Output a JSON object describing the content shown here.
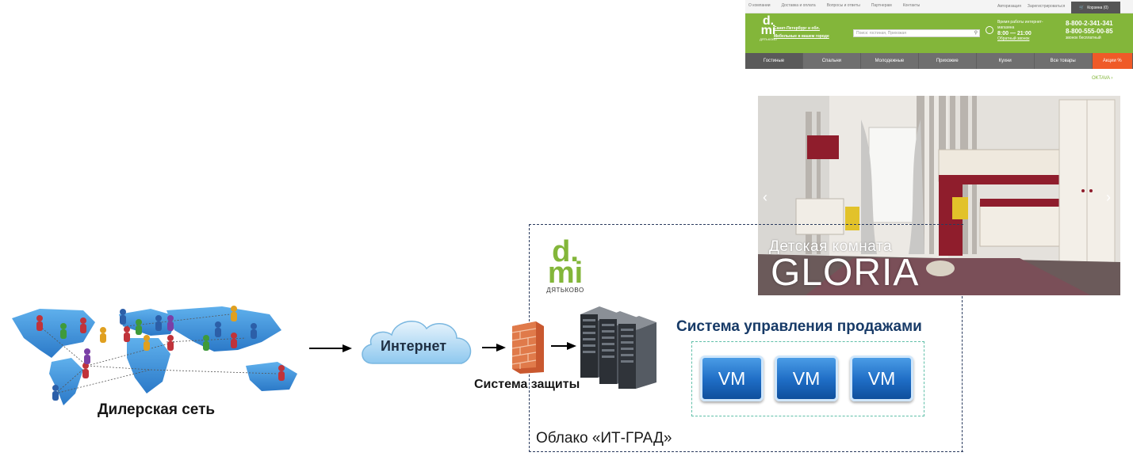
{
  "diagram": {
    "dealer_network": "Дилерская сеть",
    "internet": "Интернет",
    "security": "Система защиты",
    "sales_system": "Система управления продажами",
    "vms": [
      "VM",
      "VM",
      "VM"
    ],
    "cloud": "Облако «ИТ-ГРАД»",
    "brand_text": "ДЯТЬКОВО",
    "colors": {
      "brand_green": "#83b63a",
      "frame": "#2a3b5e",
      "vm_blue": "#1e6cc4",
      "vm_group_border": "#5fbfa8"
    }
  },
  "website": {
    "top_nav": [
      "О компании",
      "Доставка и оплата",
      "Вопросы и ответы",
      "Партнерам",
      "Контакты"
    ],
    "top_links": [
      "Авторизация",
      "Зарегистрироваться"
    ],
    "cart": "Корзина (0)",
    "logo_sub": "ДЯТЬКОВО",
    "city": "Санкт-Петербург и обл.",
    "city_link": "Мебельные в вашем городе",
    "search_placeholder": "Поиск: гостиная, Прихожая",
    "work_hours_label": "Время работы интернет-магазина",
    "work_hours": "8:00 — 21:00",
    "callback": "Обратный звонок",
    "phones": [
      "8-800-2-341-341",
      "8-800-555-00-85"
    ],
    "phone_note": "звонок бесплатный",
    "categories": [
      "Гостиные",
      "Спальни",
      "Молодежные",
      "Прихожие",
      "Кухни",
      "Все товары",
      "Акции %"
    ],
    "collection_link": "OKTAVA",
    "banner_subtitle": "Детская комната",
    "banner_title": "GLORIA"
  }
}
